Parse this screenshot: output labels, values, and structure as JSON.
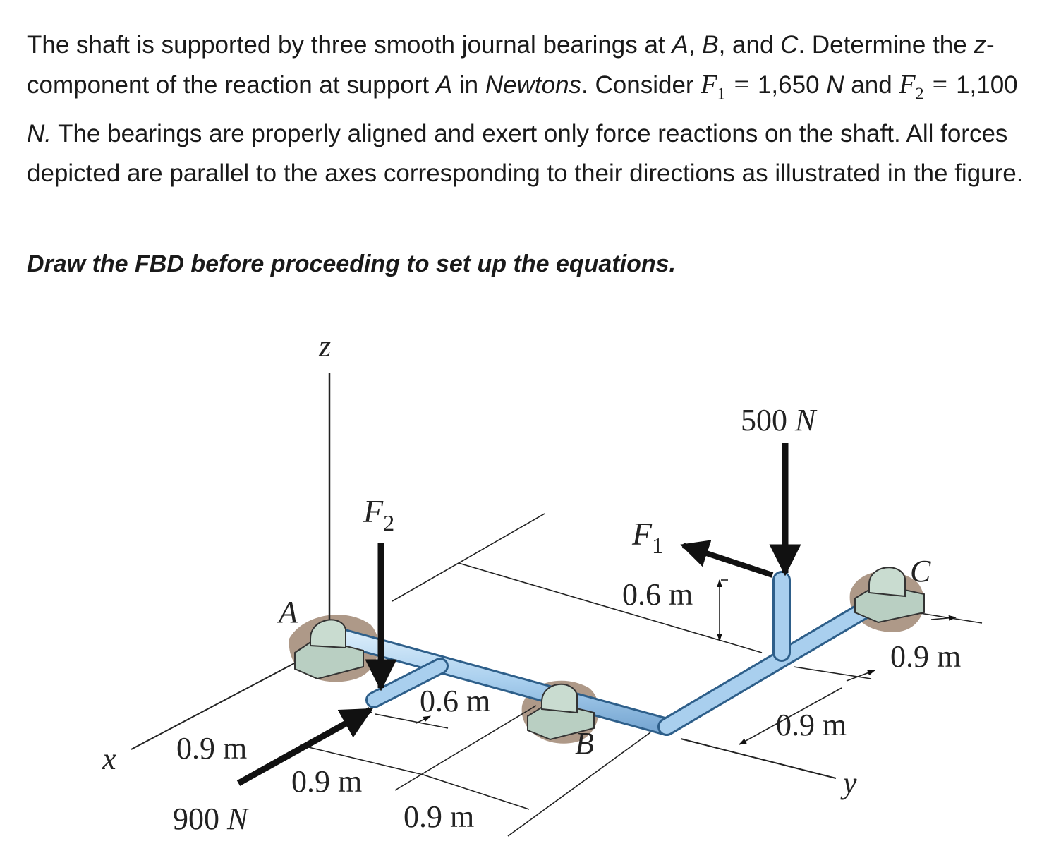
{
  "problem": {
    "t1": "The shaft is supported by three smooth journal bearings at ",
    "A": "A",
    "c1": ", ",
    "B": "B",
    "c2": ", and ",
    "C": "C",
    "t2": ". Determine the ",
    "z": "z",
    "t3": "-component of the reaction at support ",
    "A2": "A",
    "t4": " in ",
    "newtons": "Newtons",
    "t5": ". Consider ",
    "F1": "F",
    "F1sub": "1",
    "eq": "=",
    "F1val": "1,650 ",
    "N1": "N",
    "t6": " and ",
    "F2": "F",
    "F2sub": "2",
    "F2val": "1,100 ",
    "N2": "N.",
    "t7": " The bearings are properly aligned and exert only force reactions on the shaft. All forces depicted are parallel to the axes corresponding to their directions as illustrated in the figure."
  },
  "instruction": "Draw the FBD before proceeding to set up the equations.",
  "figure": {
    "axis_z": "z",
    "axis_x": "x",
    "axis_y": "y",
    "label_A": "A",
    "label_B": "B",
    "label_C": "C",
    "label_F2": "F",
    "label_F2_sub": "2",
    "label_F1": "F",
    "label_F1_sub": "1",
    "force_500": "500 ",
    "force_500_unit": "N",
    "force_900": "900 ",
    "force_900_unit": "N",
    "dim_06_top": "0.6 m",
    "dim_06_mid": "0.6 m",
    "dim_09_x": "0.9 m",
    "dim_09_b1": "0.9 m",
    "dim_09_b2": "0.9 m",
    "dim_09_y": "0.9 m",
    "dim_09_c": "0.9 m"
  },
  "colors": {
    "shaft": "#a9cfee",
    "shaft_edge": "#2e5f8a",
    "bearing": "#b9cfc2",
    "ground": "#a08773",
    "arrow": "#111111"
  }
}
